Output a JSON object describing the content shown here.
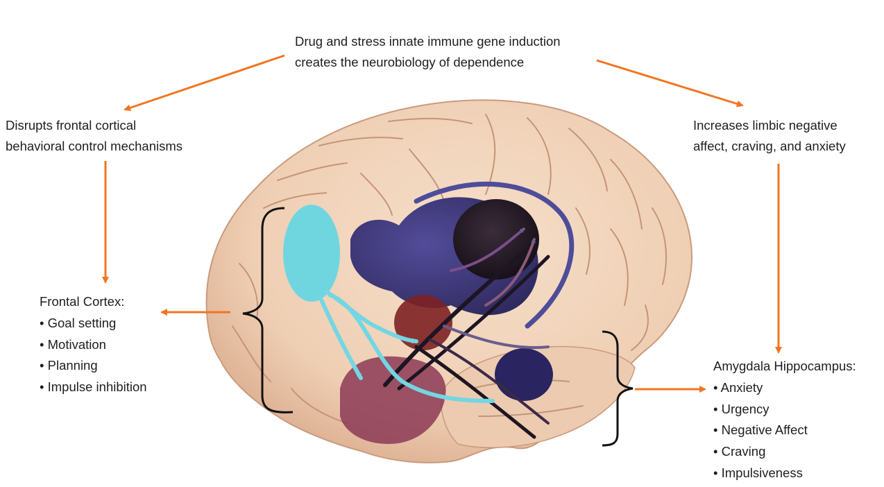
{
  "colors": {
    "arrow": "#f07522",
    "brain_fill": "#efd0b6",
    "brain_shadow": "#dcb092",
    "sulcus": "#c79a7e",
    "frontal_oval": "#6fd6e0",
    "pathway_cyan": "#74d6e2",
    "limbic_dark": "#2e2a6b",
    "limbic_black": "#1d1522",
    "thalamus_red": "#7d2124",
    "temporal_maroon": "#8c3a56",
    "bracket": "#111111"
  },
  "top_caption": {
    "line1": "Drug and stress innate immune gene induction",
    "line2": "creates the neurobiology of dependence"
  },
  "left_caption": {
    "line1": "Disrupts frontal cortical",
    "line2": "behavioral control mechanisms"
  },
  "right_caption": {
    "line1": "Increases limbic negative",
    "line2": "affect, craving, and anxiety"
  },
  "frontal_cortex": {
    "heading": "Frontal Cortex:",
    "items": [
      "Goal setting",
      "Motivation",
      "Planning",
      "Impulse inhibition"
    ]
  },
  "amygdala_hippocampus": {
    "heading": "Amygdala Hippocampus:",
    "items": [
      "Anxiety",
      "Urgency",
      "Negative Affect",
      "Craving",
      "Impulsiveness"
    ]
  }
}
